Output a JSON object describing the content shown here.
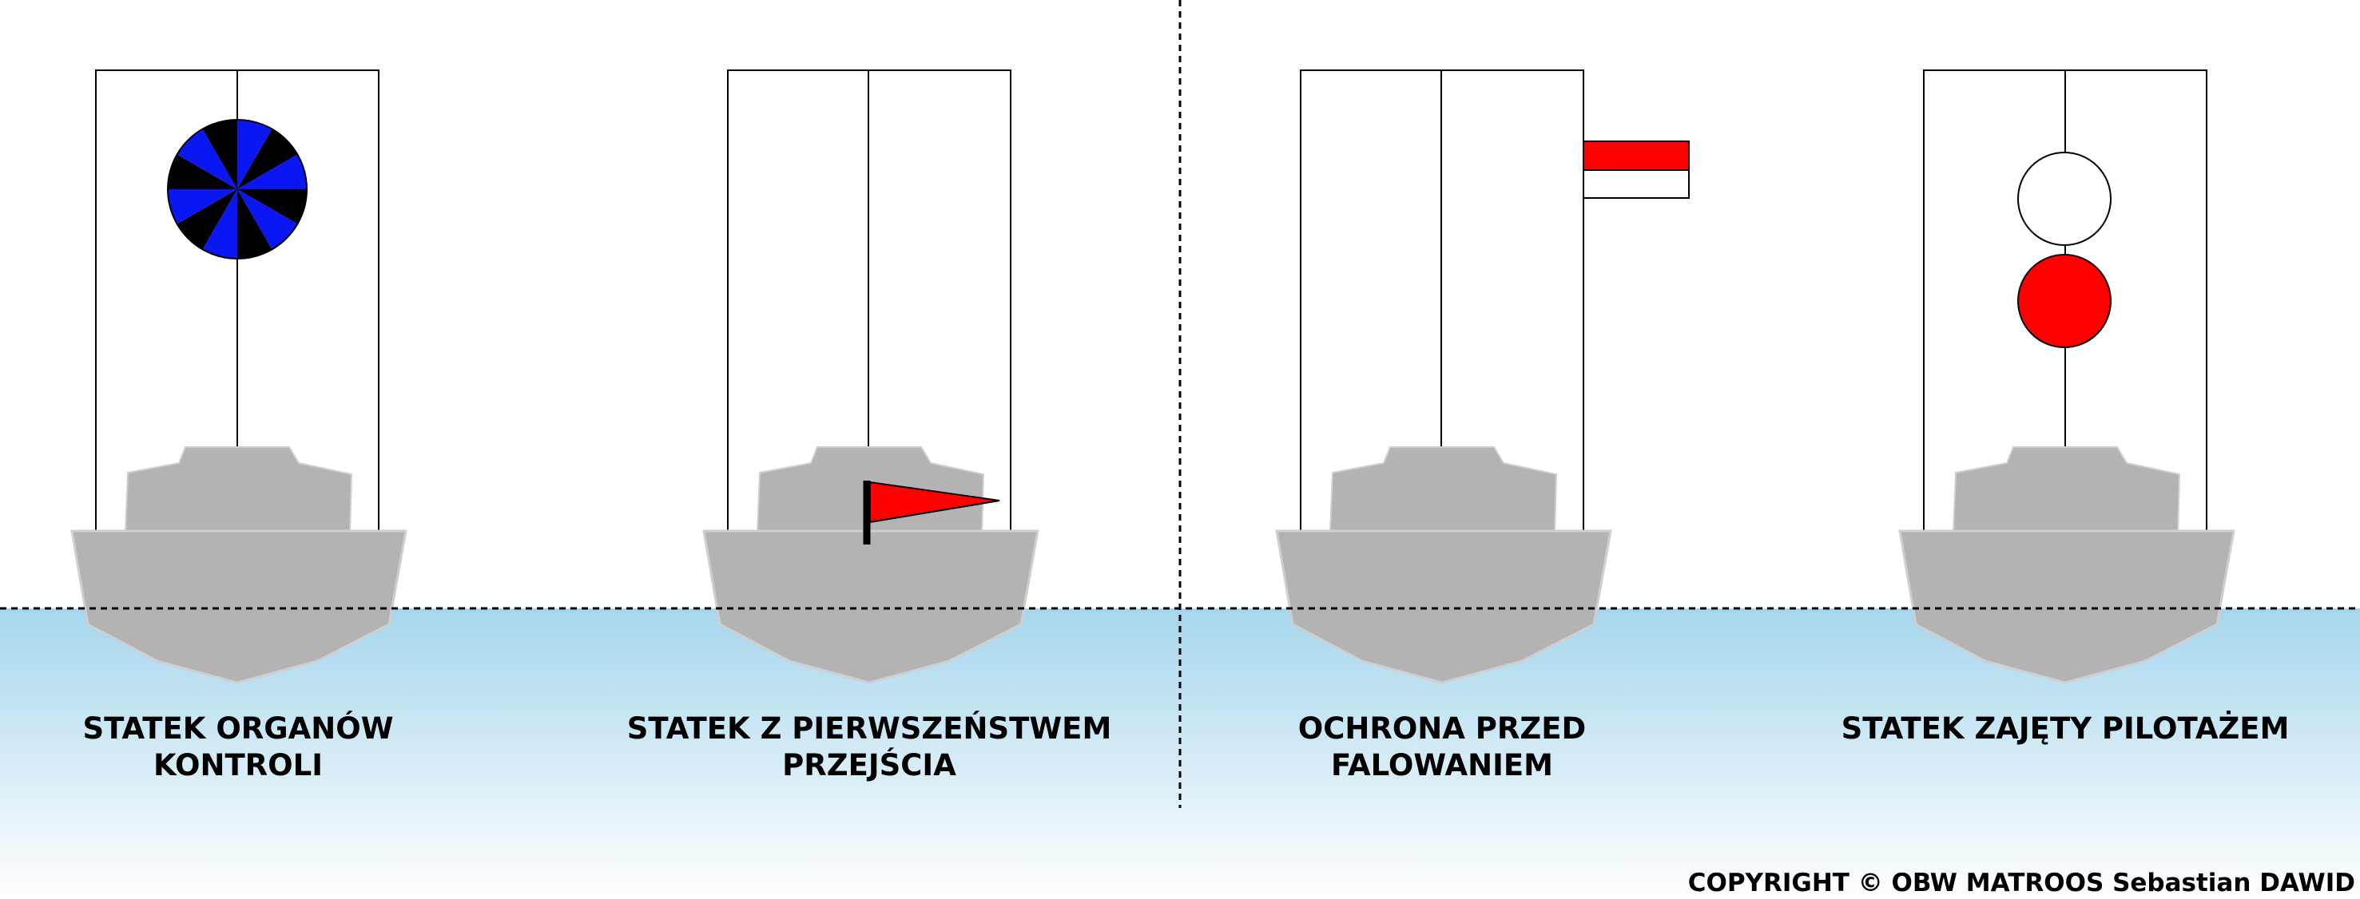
{
  "panels": [
    {
      "caption_lines": [
        "STATEK ORGANÓW",
        "KONTROLI"
      ],
      "signal": "blue-black-segmented-ball"
    },
    {
      "caption_lines": [
        "STATEK Z PIERWSZEŃSTWEM",
        "PRZEJŚCIA"
      ],
      "signal": "red-pennant"
    },
    {
      "caption_lines": [
        "OCHRONA PRZED",
        "FALOWANIEM"
      ],
      "signal": "red-white-flag"
    },
    {
      "caption_lines": [
        "STATEK ZAJĘTY PILOTAŻEM"
      ],
      "signal": "white-over-red-balls"
    }
  ],
  "copyright": "COPYRIGHT © OBW MATROOS Sebastian DAWID",
  "colors": {
    "water_top": "#a6d6ec",
    "water_bottom": "#ffffff",
    "hull": "#b3b3b3",
    "hull_edge": "#cfcfcf",
    "signal_blue": "#0b17f3",
    "signal_red": "#ff0000",
    "line": "#000000"
  }
}
